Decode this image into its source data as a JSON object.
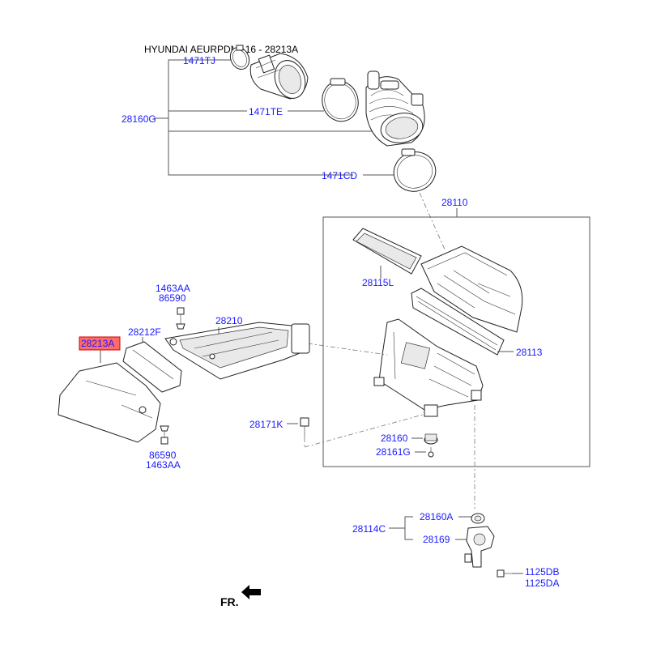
{
  "title": "HYUNDAI AEURPDMA16 - 28213A",
  "direction_label": "FR.",
  "highlight_color": "#ff6b6b",
  "label_color": "#1a1aff",
  "labels": {
    "p1471TJ": "1471TJ",
    "p28160G": "28160G",
    "p1471TE": "1471TE",
    "p1471CD": "1471CD",
    "p28110": "28110",
    "p28115L": "28115L",
    "p28113": "28113",
    "p1463AA_top": "1463AA",
    "p86590_top": "86590",
    "p28210": "28210",
    "p28212F": "28212F",
    "p28213A": "28213A",
    "p86590_bot": "86590",
    "p1463AA_bot": "1463AA",
    "p28171K": "28171K",
    "p28160": "28160",
    "p28161G": "28161G",
    "p28160A": "28160A",
    "p28114C": "28114C",
    "p28169": "28169",
    "p1125DB": "1125DB",
    "p1125DA": "1125DA"
  }
}
